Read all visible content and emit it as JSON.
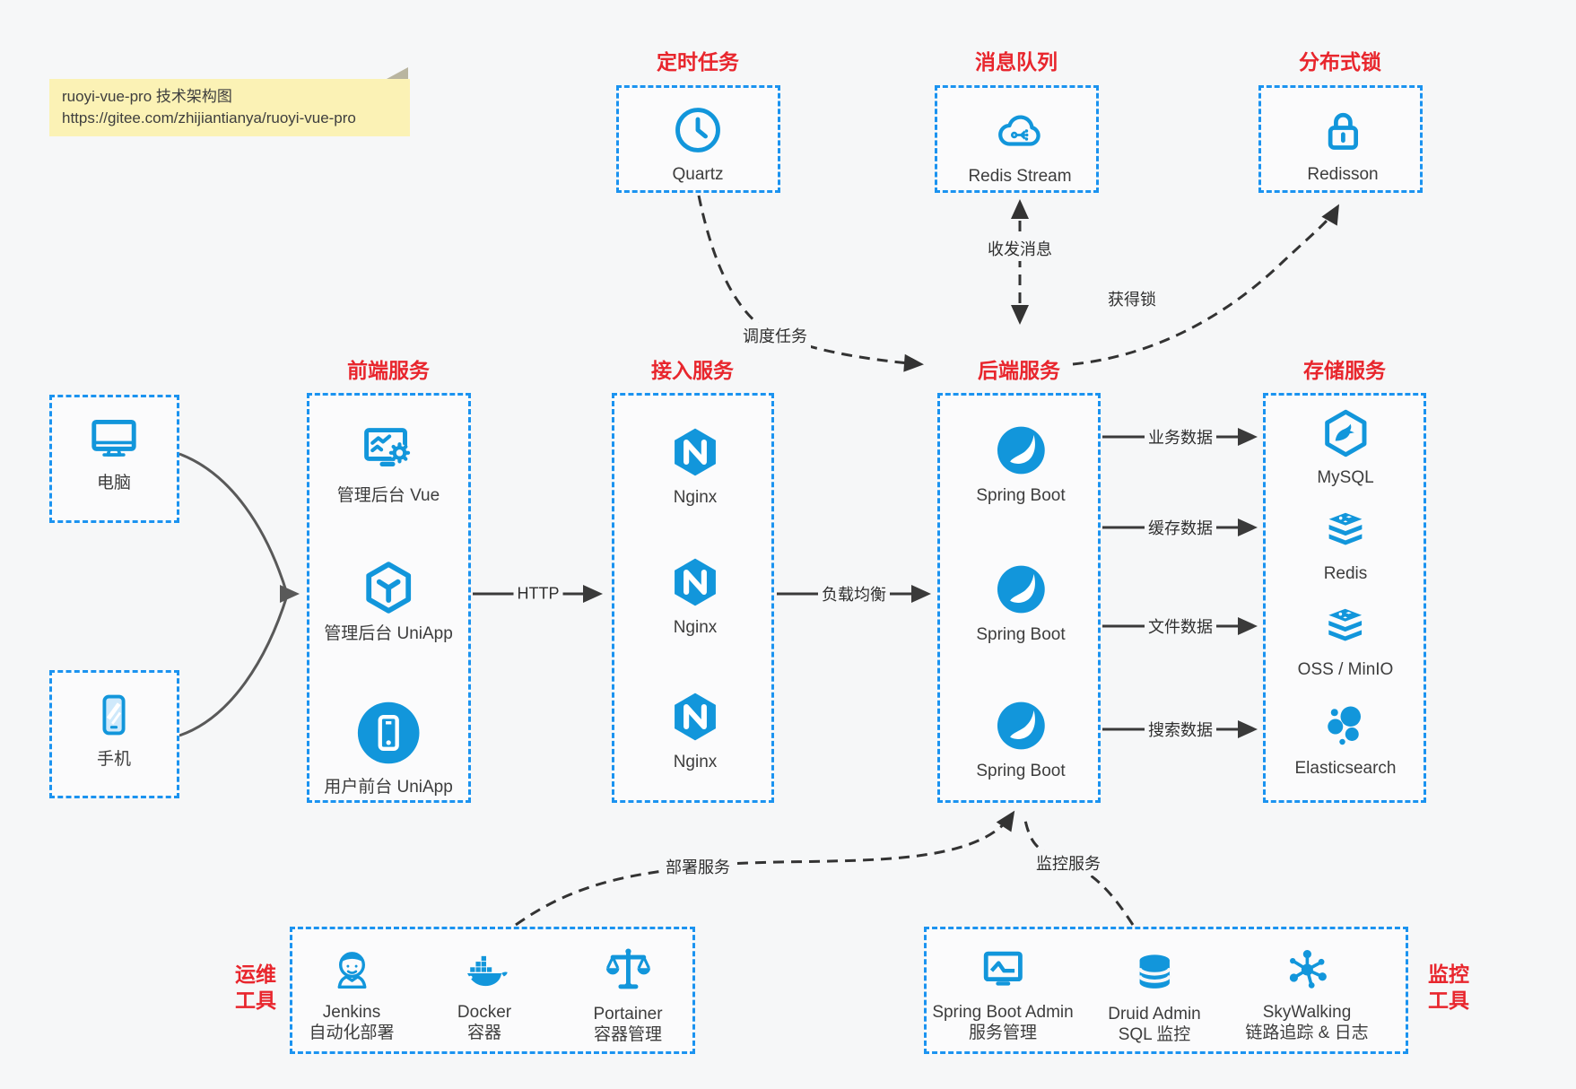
{
  "note": {
    "line1": "ruoyi-vue-pro 技术架构图",
    "line2": "https://gitee.com/zhijiantianya/ruoyi-vue-pro"
  },
  "top_services": [
    {
      "title": "定时任务",
      "icon": "clock-icon",
      "label": "Quartz"
    },
    {
      "title": "消息队列",
      "icon": "cloud-network-icon",
      "label": "Redis Stream"
    },
    {
      "title": "分布式锁",
      "icon": "lock-icon",
      "label": "Redisson"
    }
  ],
  "clients": [
    {
      "icon": "desktop-icon",
      "label": "电脑"
    },
    {
      "icon": "smartphone-icon",
      "label": "手机"
    }
  ],
  "frontend": {
    "title": "前端服务",
    "items": [
      {
        "icon": "admin-screen-gear-icon",
        "label": "管理后台 Vue"
      },
      {
        "icon": "uniapp-cube-icon",
        "label": "管理后台 UniApp"
      },
      {
        "icon": "mobile-app-circle-icon",
        "label": "用户前台 UniApp"
      }
    ]
  },
  "access": {
    "title": "接入服务",
    "items": [
      {
        "icon": "nginx-icon",
        "label": "Nginx"
      },
      {
        "icon": "nginx-icon",
        "label": "Nginx"
      },
      {
        "icon": "nginx-icon",
        "label": "Nginx"
      }
    ]
  },
  "backend": {
    "title": "后端服务",
    "items": [
      {
        "icon": "spring-boot-icon",
        "label": "Spring Boot"
      },
      {
        "icon": "spring-boot-icon",
        "label": "Spring Boot"
      },
      {
        "icon": "spring-boot-icon",
        "label": "Spring Boot"
      }
    ]
  },
  "storage": {
    "title": "存储服务",
    "items": [
      {
        "icon": "mysql-icon",
        "label": "MySQL"
      },
      {
        "icon": "redis-stack-icon",
        "label": "Redis"
      },
      {
        "icon": "oss-stack-icon",
        "label": "OSS / MinIO"
      },
      {
        "icon": "elasticsearch-icon",
        "label": "Elasticsearch"
      }
    ]
  },
  "ops": {
    "side_line1": "运维",
    "side_line2": "工具",
    "items": [
      {
        "icon": "jenkins-icon",
        "label": "Jenkins",
        "sublabel": "自动化部署"
      },
      {
        "icon": "docker-icon",
        "label": "Docker",
        "sublabel": "容器"
      },
      {
        "icon": "portainer-icon",
        "label": "Portainer",
        "sublabel": "容器管理"
      }
    ]
  },
  "monitoring": {
    "side_line1": "监控",
    "side_line2": "工具",
    "items": [
      {
        "icon": "spring-boot-admin-icon",
        "label": "Spring Boot Admin",
        "sublabel": "服务管理"
      },
      {
        "icon": "druid-database-icon",
        "label": "Druid Admin",
        "sublabel": "SQL 监控"
      },
      {
        "icon": "skywalking-icon",
        "label": "SkyWalking",
        "sublabel": "链路追踪 & 日志"
      }
    ]
  },
  "edges": {
    "http": "HTTP",
    "load_balance": "负载均衡",
    "schedule": "调度任务",
    "message": "收发消息",
    "lock": "获得锁",
    "business": "业务数据",
    "cache": "缓存数据",
    "file": "文件数据",
    "search": "搜索数据",
    "deploy": "部署服务",
    "monitor": "监控服务"
  },
  "colors": {
    "accent_blue": "#1296db",
    "border_blue": "#1b93f0",
    "title_red": "#e8262d",
    "line_dark": "#3a3a3a"
  }
}
